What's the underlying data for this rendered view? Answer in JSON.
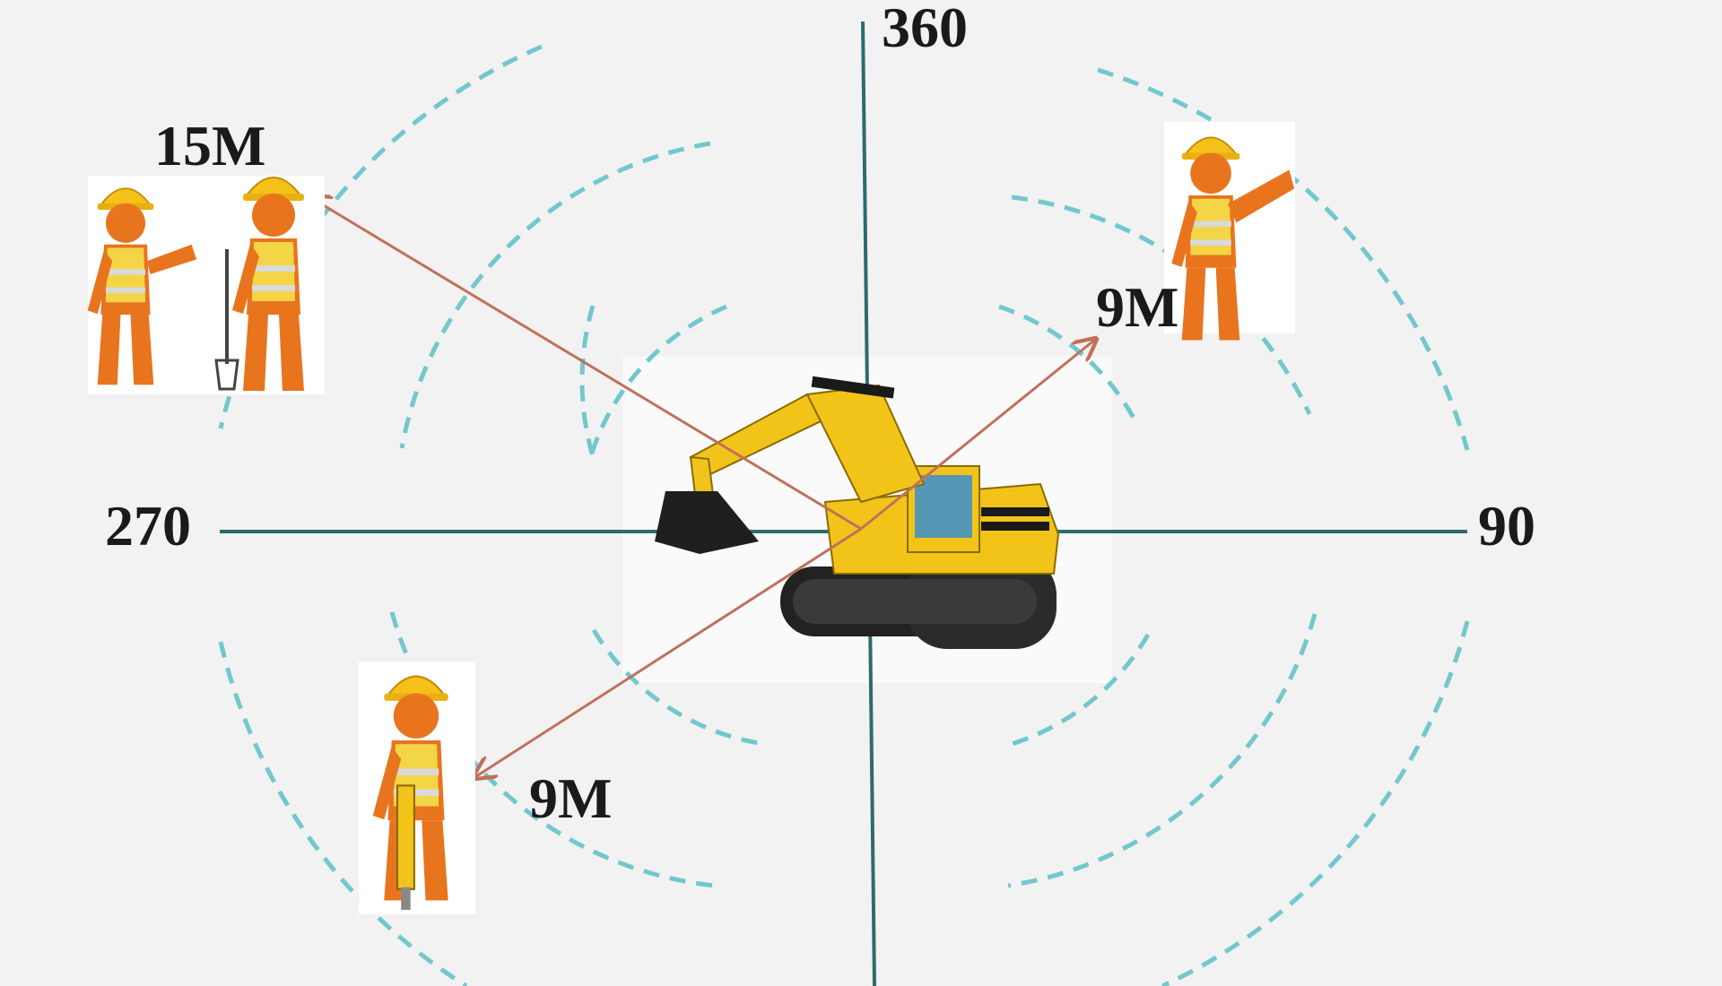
{
  "compass": {
    "north": "360",
    "east": "90",
    "west": "270"
  },
  "distances": {
    "northwest": "15M",
    "northeast": "9M",
    "southwest": "9M"
  },
  "colors": {
    "background": "#f2f2f2",
    "axis": "#2e6b6b",
    "zone_ring": "#72c8cc",
    "arrow": "#c0715a",
    "excavator_body": "#f2c41a",
    "worker_suit": "#e8741e",
    "worker_vest": "#f4e04a"
  },
  "icons": {
    "center": "excavator-icon",
    "workers": [
      "worker-pointing-icon",
      "worker-shovel-icon",
      "worker-pointing-icon",
      "worker-jackhammer-icon"
    ]
  }
}
